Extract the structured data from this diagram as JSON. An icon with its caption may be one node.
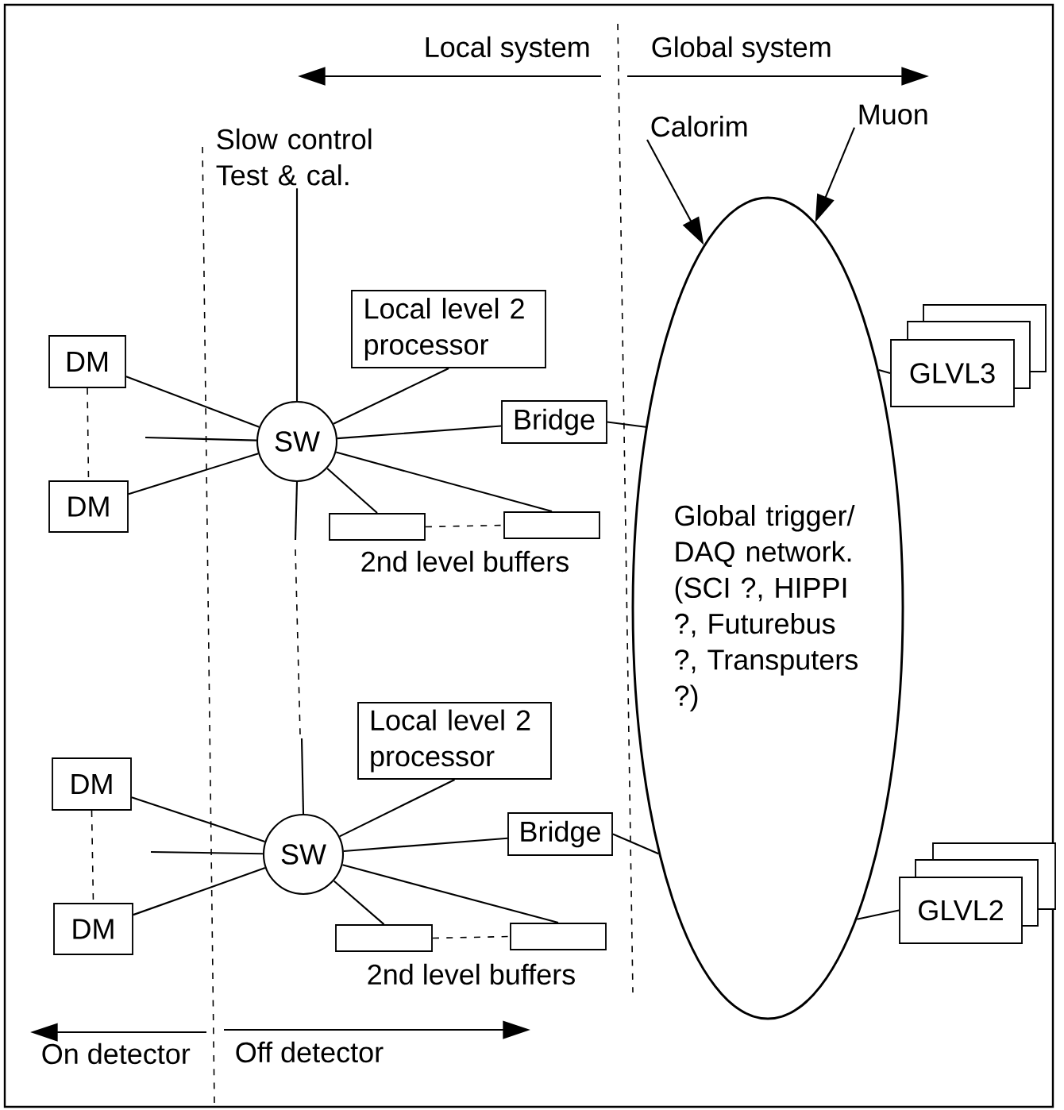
{
  "diagram": {
    "nodes": [
      {
        "text": [
          "Slow control Test & cal."
        ]
      },
      {
        "text": [
          "Calorim"
        ]
      },
      {
        "text": [
          "Muon"
        ]
      },
      {
        "text": [
          "Local level 2 processor"
        ]
      },
      {
        "text": [
          "DM"
        ]
      },
      {
        "text": [
          "SW"
        ]
      },
      {
        "text": [
          "Bridge"
        ]
      },
      {
        "text": [
          "GLVL3"
        ]
      },
      {
        "text": [
          "DM"
        ]
      },
      {
        "text": [],
        "shape": "box"
      },
      {
        "text": [],
        "shape": "box"
      },
      {
        "text": [
          "Global trigger/ DAQ network. (SCI ?, HIPPI ?, Futurebus ?, Transputers ?)"
        ]
      },
      {
        "text": [
          "Local level 2 processor"
        ]
      },
      {
        "text": [
          "DM"
        ]
      },
      {
        "text": [
          "SW"
        ]
      },
      {
        "text": [
          "Bridge"
        ]
      },
      {
        "text": [
          "GLVL2"
        ]
      },
      {
        "text": [
          "DM"
        ]
      },
      {
        "text": [],
        "shape": "box"
      },
      {
        "text": [],
        "shape": "box"
      }
    ],
    "edges": [
      {
        "from": 4,
        "to": 5,
        "arrow": "none"
      },
      {
        "from": 8,
        "to": 5,
        "arrow": "none"
      },
      {
        "from": null,
        "to": 5,
        "arrow": "none"
      },
      {
        "from": 3,
        "to": 5,
        "arrow": "none"
      },
      {
        "from": 5,
        "to": 6,
        "arrow": "none"
      },
      {
        "from": 5,
        "to": 9,
        "arrow": "none"
      },
      {
        "from": 5,
        "to": 10,
        "arrow": "none"
      },
      {
        "from": 9,
        "to": 10,
        "arrow": "none",
        "style": "dashed"
      },
      {
        "from": 4,
        "to": 8,
        "arrow": "none",
        "style": "dashed"
      },
      {
        "from": 5,
        "to": 0,
        "arrow": "none"
      },
      {
        "from": 5,
        "to": null,
        "arrow": "none"
      },
      {
        "from": 6,
        "to": 11,
        "arrow": "none"
      },
      {
        "from": 1,
        "to": 11,
        "arrow": "to"
      },
      {
        "from": 2,
        "to": 11,
        "arrow": "to"
      },
      {
        "from": 7,
        "to": 11,
        "arrow": "none"
      },
      {
        "from": 13,
        "to": 14,
        "arrow": "none"
      },
      {
        "from": 17,
        "to": 14,
        "arrow": "none"
      },
      {
        "from": null,
        "to": 14,
        "arrow": "none"
      },
      {
        "from": 12,
        "to": 14,
        "arrow": "none"
      },
      {
        "from": 14,
        "to": 15,
        "arrow": "none"
      },
      {
        "from": 14,
        "to": 18,
        "arrow": "none"
      },
      {
        "from": 14,
        "to": 19,
        "arrow": "none"
      },
      {
        "from": 18,
        "to": 19,
        "arrow": "none",
        "style": "dashed"
      },
      {
        "from": 13,
        "to": 17,
        "arrow": "none",
        "style": "dashed"
      },
      {
        "from": 14,
        "to": null,
        "arrow": "none"
      },
      {
        "from": 15,
        "to": 11,
        "arrow": "none"
      },
      {
        "from": 16,
        "to": 11,
        "arrow": "none"
      }
    ],
    "labels": [
      "Local system",
      "Global system",
      "2nd level buffers",
      "2nd level buffers",
      "On detector",
      "Off detector"
    ]
  }
}
